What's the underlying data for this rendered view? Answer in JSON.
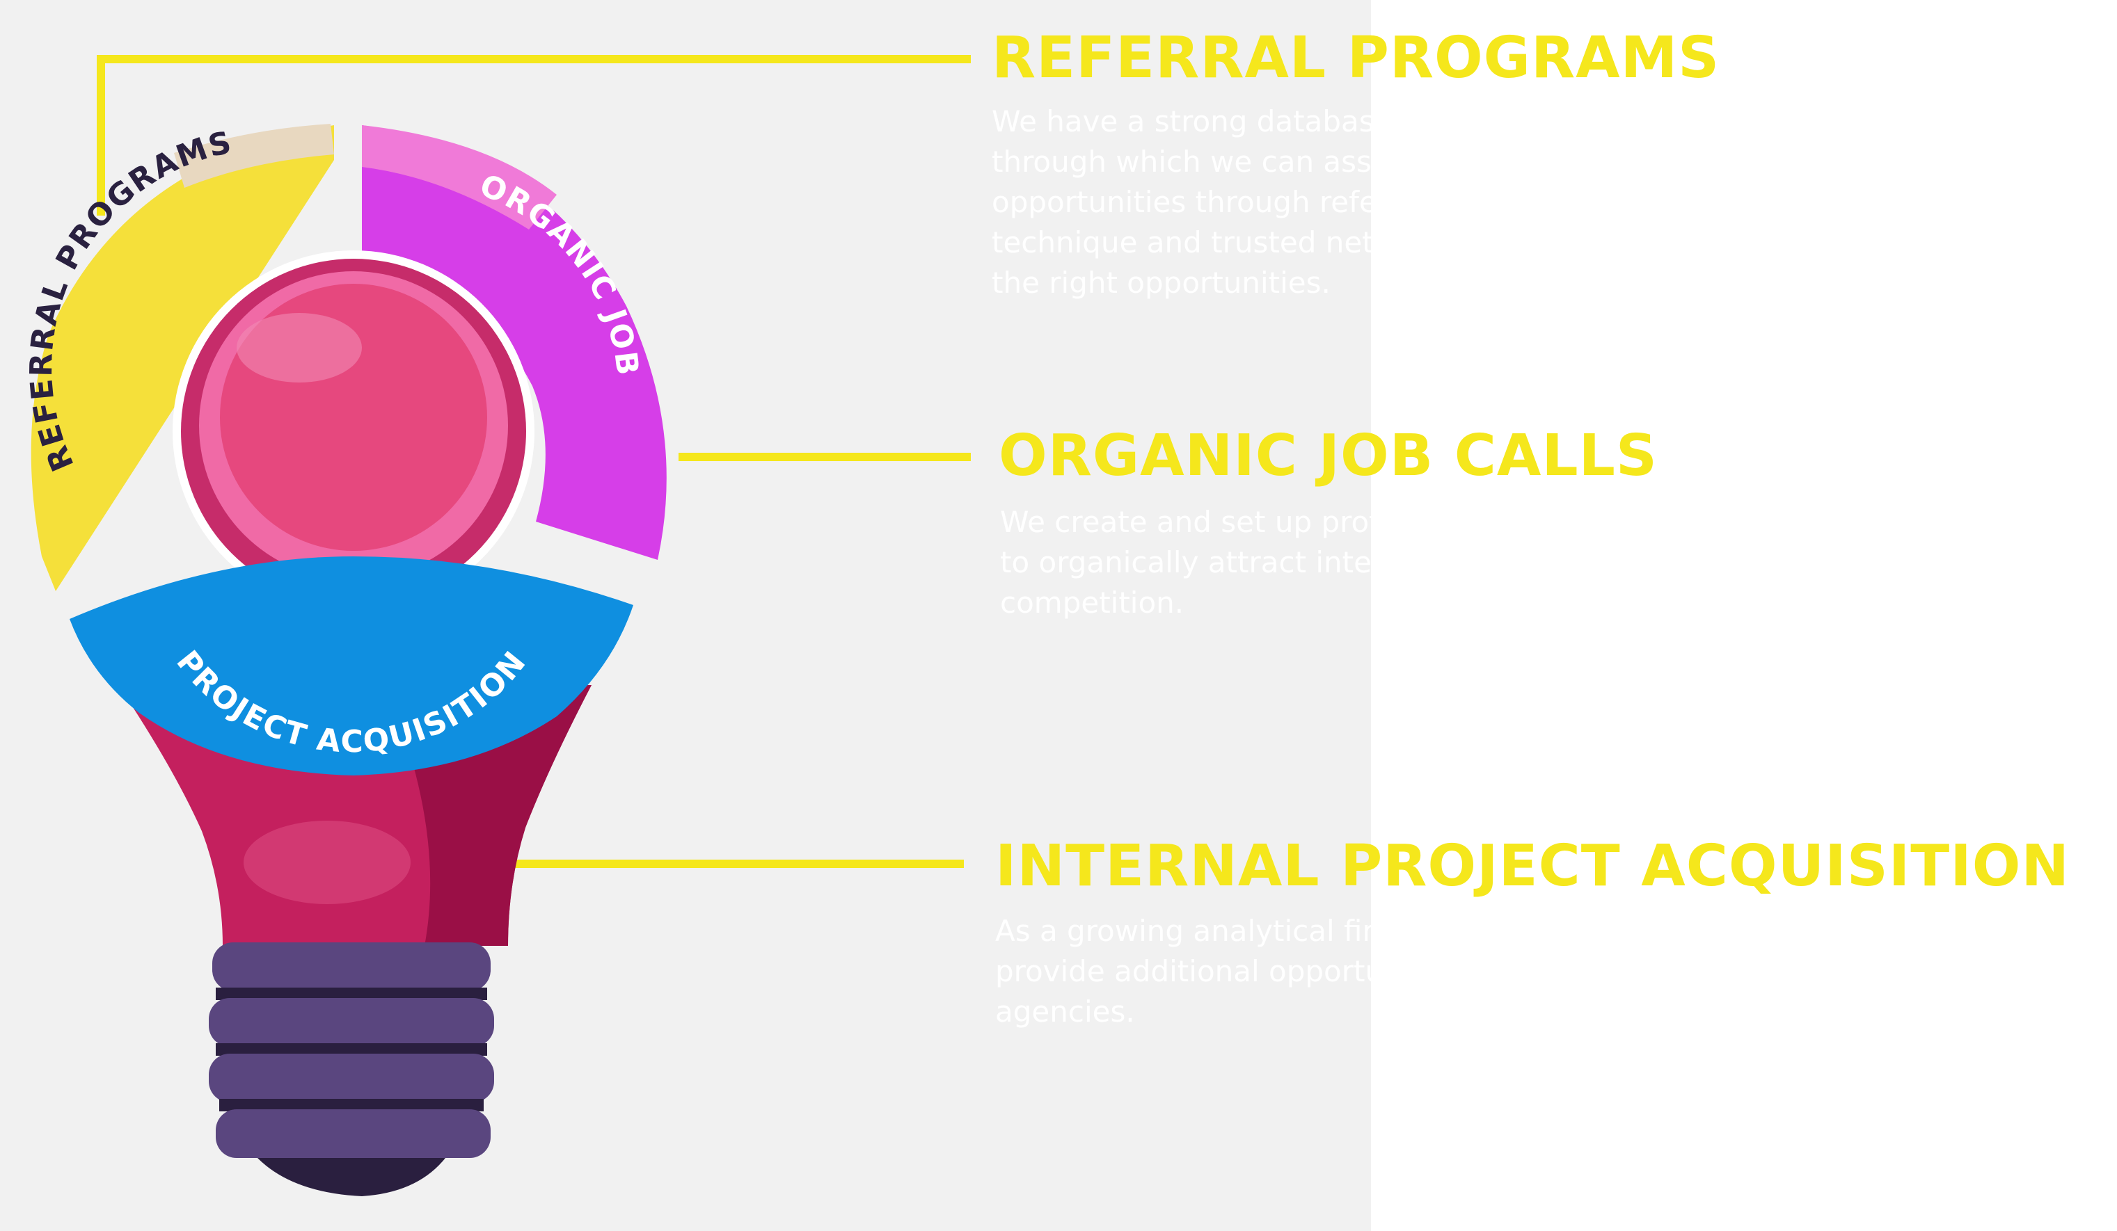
{
  "segments": {
    "referral_label": "REFERRAL PROGRAMS",
    "organic_label": "ORGANIC JOB",
    "project_label": "PROJECT ACQUISITION"
  },
  "sections": [
    {
      "heading": "REFERRAL PROGRAMS",
      "description": "We have a strong database of experienced analytical Professionals through which we can assess their references and provide opportunities through referral programs. Our project selection technique and trusted network can help the candidates a lot in getting the right opportunities."
    },
    {
      "heading": "ORGANIC JOB CALLS",
      "description": "We create and set up profiles across various employment portals to organically attract interesting opportunities with less competition."
    },
    {
      "heading": "INTERNAL PROJECT ACQUISITION",
      "description": "As a growing analytical firm, we get several direct projects that provide additional opportunities to our candidates who come to our agencies."
    }
  ],
  "colors": {
    "heading": "#f5e71c",
    "connector": "#f5e71c",
    "referral": "#f5e03a",
    "organic": "#d63ee8",
    "project": "#0f8fe0",
    "bulb": "#c4205e",
    "center": "#e6487e",
    "base": "#3e2f58"
  }
}
